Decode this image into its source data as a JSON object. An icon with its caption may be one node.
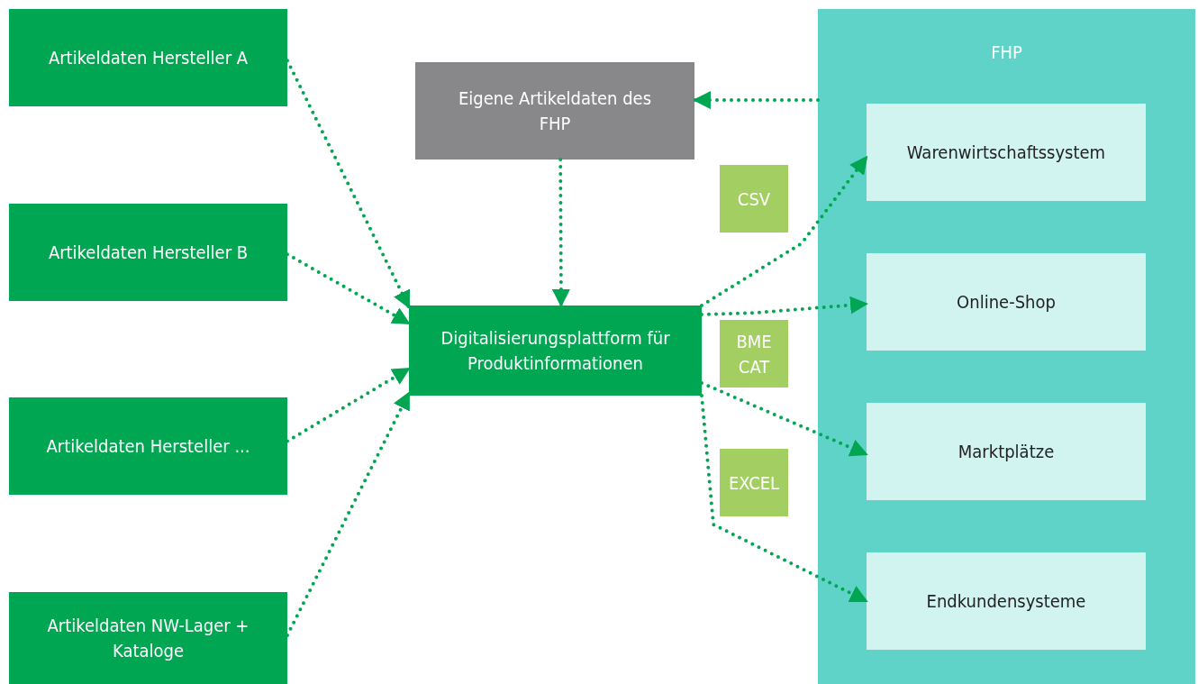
{
  "diagram": {
    "nodes": [
      {
        "text": [
          "Artikeldaten Hersteller A"
        ]
      },
      {
        "text": [
          "Artikeldaten Hersteller B"
        ]
      },
      {
        "text": [
          "Artikeldaten Hersteller ..."
        ]
      },
      {
        "text": [
          "Artikeldaten NW-Lager + Kataloge"
        ]
      },
      {
        "text": [
          "Eigene Artikeldaten des FHP"
        ]
      },
      {
        "text": [
          "Digitalisierungsplattform für Produktinformationen"
        ]
      },
      {
        "text": [
          "FHP"
        ]
      },
      {
        "text": [
          "Warenwirtschaftssystem"
        ],
        "in": 6
      },
      {
        "text": [
          "Online-Shop"
        ],
        "in": 6
      },
      {
        "text": [
          "Marktplätze"
        ],
        "in": 6
      },
      {
        "text": [
          "Endkundensysteme"
        ],
        "in": 6
      },
      {
        "text": [
          "CSV"
        ]
      },
      {
        "text": [
          "BME CAT"
        ]
      },
      {
        "text": [
          "EXCEL"
        ]
      }
    ],
    "edges": [
      {
        "from": 0,
        "to": 5,
        "arrow": "to"
      },
      {
        "from": 1,
        "to": 5,
        "arrow": "to"
      },
      {
        "from": 2,
        "to": 5,
        "arrow": "to"
      },
      {
        "from": 3,
        "to": 5,
        "arrow": "to"
      },
      {
        "from": 6,
        "to": 4,
        "arrow": "to"
      },
      {
        "from": 4,
        "to": 5,
        "arrow": "to"
      },
      {
        "from": 5,
        "to": 7,
        "arrow": "to"
      },
      {
        "from": 5,
        "to": 8,
        "arrow": "to"
      },
      {
        "from": 5,
        "to": 9,
        "arrow": "to"
      },
      {
        "from": 5,
        "to": 10,
        "arrow": "to"
      }
    ]
  }
}
